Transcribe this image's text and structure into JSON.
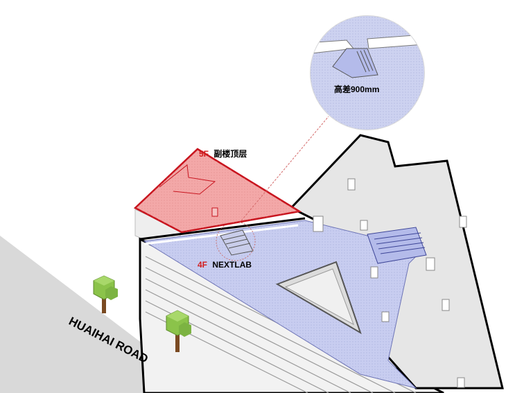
{
  "labels": {
    "level5_floor": "5F",
    "level5_name": "副楼顶层",
    "level4_floor": "4F",
    "level4_name": "NEXTLAB",
    "road": "HUAIHAI ROAD",
    "height_diff": "高差900mm"
  },
  "colors": {
    "roof_fill": "#f3a8a8",
    "roof_stroke": "#c8141e",
    "floor_fill": "#c8cdf0",
    "accent_text": "#d21e1e",
    "ground": "#d9d9d9",
    "outline": "#000000",
    "tree_canopy": "#8bc34a",
    "tree_trunk": "#7a4a22"
  },
  "icons": [
    "tree-icon",
    "staircase-icon",
    "magnifier-callout"
  ]
}
